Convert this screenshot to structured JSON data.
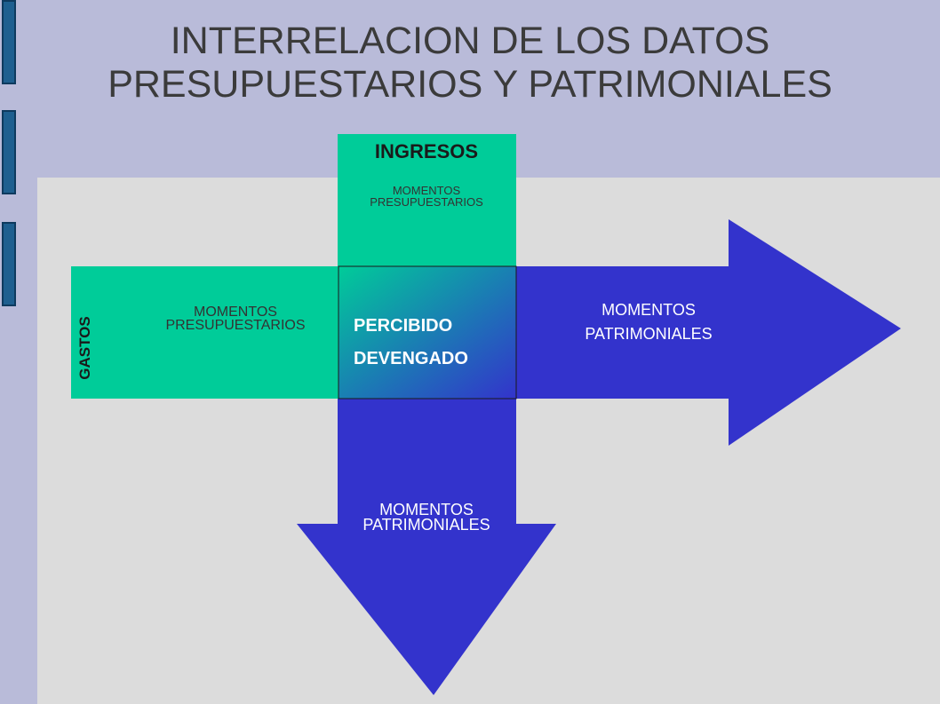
{
  "title": {
    "line1": "INTERRELACION DE LOS DATOS",
    "line2": "PRESUPUESTARIOS Y PATRIMONIALES"
  },
  "ingresos": {
    "label": "INGRESOS",
    "momentos_line1": "MOMENTOS",
    "momentos_line2": "PRESUPUESTARIOS"
  },
  "gastos": {
    "label": "GASTOS",
    "momentos_line1": "MOMENTOS",
    "momentos_line2": "PRESUPUESTARIOS"
  },
  "center": {
    "percibido": "PERCIBIDO",
    "devengado": "DEVENGADO"
  },
  "right_arrow": {
    "line1": "MOMENTOS",
    "line2": "PATRIMONIALES"
  },
  "down_arrow": {
    "line1": "MOMENTOS",
    "line2": "PATRIMONIALES"
  },
  "colors": {
    "background": "#b9bbd9",
    "content": "#dcdcdc",
    "green": "#00cc99",
    "blue": "#3333cc",
    "title_text": "#3b3b3b"
  }
}
